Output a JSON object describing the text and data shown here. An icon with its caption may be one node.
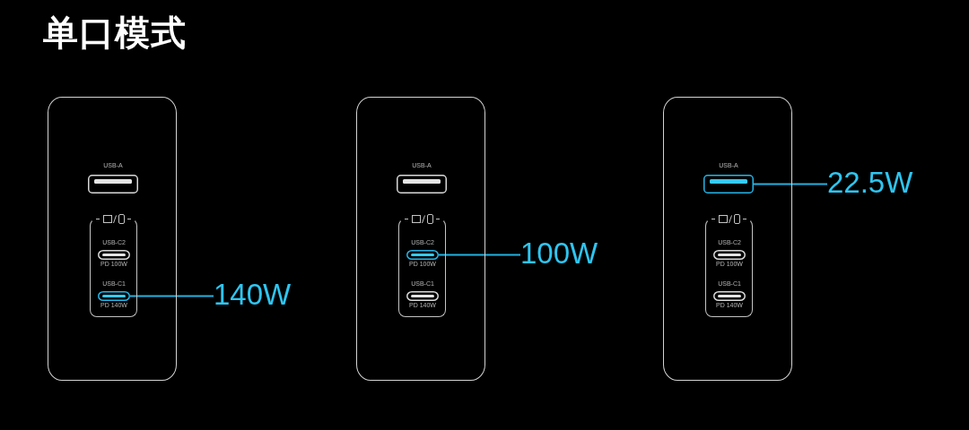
{
  "diagram": {
    "title": "单口模式",
    "nodes": [
      {
        "text": [],
        "shape": "box"
      },
      {
        "text": [
          "USB-A"
        ],
        "in": 0
      },
      {
        "text": [],
        "shape": "box",
        "in": 0
      },
      {
        "text": [
          "USB-C2",
          "PD 100W"
        ],
        "in": 2
      },
      {
        "text": [
          "USB-C1",
          "PD 140W"
        ],
        "in": 2
      },
      {
        "text": [
          "140W"
        ]
      },
      {
        "text": [],
        "shape": "box"
      },
      {
        "text": [
          "USB-A"
        ],
        "in": 6
      },
      {
        "text": [],
        "shape": "box",
        "in": 6
      },
      {
        "text": [
          "USB-C2",
          "PD 100W"
        ],
        "in": 8
      },
      {
        "text": [
          "USB-C1",
          "PD 140W"
        ],
        "in": 8
      },
      {
        "text": [
          "100W"
        ]
      },
      {
        "text": [],
        "shape": "box"
      },
      {
        "text": [
          "USB-A"
        ],
        "in": 12
      },
      {
        "text": [],
        "shape": "box",
        "in": 12
      },
      {
        "text": [
          "USB-C2",
          "PD 100W"
        ],
        "in": 14
      },
      {
        "text": [
          "USB-C1",
          "PD 140W"
        ],
        "in": 14
      },
      {
        "text": [
          "22.5W"
        ]
      }
    ],
    "edges": [
      {
        "from": 4,
        "to": 5,
        "arrow": "none"
      },
      {
        "from": 9,
        "to": 11,
        "arrow": "none"
      },
      {
        "from": 13,
        "to": 17,
        "arrow": "none"
      }
    ]
  }
}
